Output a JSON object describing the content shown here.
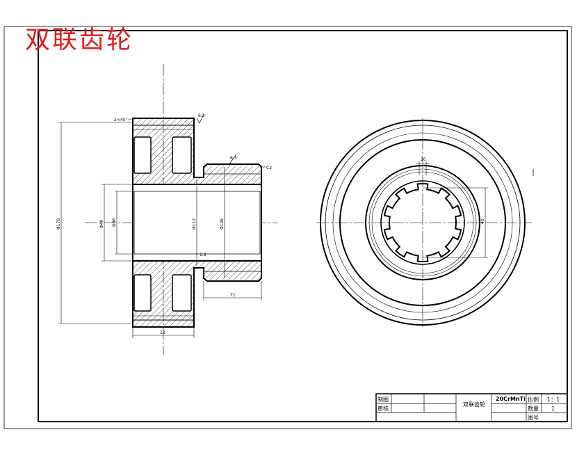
{
  "drawing_title": "双联齿轮",
  "annotations": {
    "chamfer_left": "2×45°",
    "roughness_top": "6.3",
    "roughness_hub": "6.3",
    "roughness_bore": "1.6",
    "chamfer_hub": "C2",
    "dim_hub_length": "71",
    "dim_gear_width": "13",
    "dim_outer_dia": "Φ178",
    "dim_bore_a": "Φ40",
    "dim_bore_b": "Φ36",
    "dim_mid_a": "Φ112",
    "dim_mid_b": "Φ126",
    "dim_spline_width": "10",
    "dim_spline_dia": "40"
  },
  "title_block": {
    "drawn_label": "制图",
    "checked_label": "审核",
    "part_name": "双联齿轮",
    "material": "20CrMnTi",
    "scale_label": "比例",
    "scale_value": "1：1",
    "quantity_label": "数量",
    "quantity_value": "1",
    "drawing_no_label": "图号"
  }
}
